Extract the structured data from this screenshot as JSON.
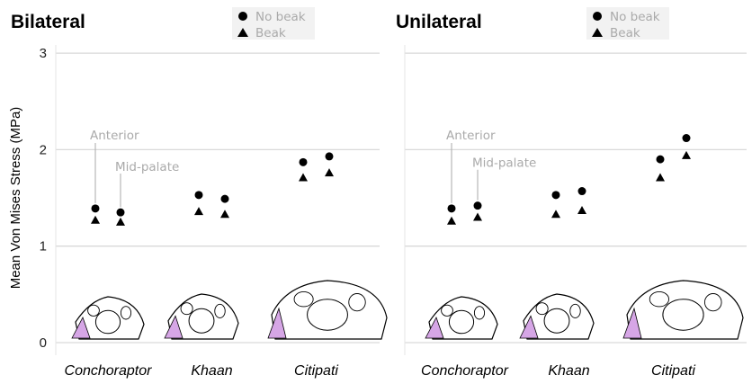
{
  "chart_data": [
    {
      "type": "scatter",
      "title": "Bilateral",
      "ylabel": "Mean Von Mises Stress (MPa)",
      "ylim": [
        0,
        3
      ],
      "yticks": [
        "0",
        "1",
        "2",
        "3"
      ],
      "categories": [
        "Conchoraptor",
        "Khaan",
        "Citipati"
      ],
      "positions": [
        "Anterior",
        "Mid-palate"
      ],
      "annotations": [
        "Anterior",
        "Mid-palate"
      ],
      "series": [
        {
          "name": "No beak",
          "marker": "circle",
          "values": [
            [
              1.39,
              1.35
            ],
            [
              1.53,
              1.49
            ],
            [
              1.87,
              1.93
            ]
          ]
        },
        {
          "name": "Beak",
          "marker": "triangle",
          "values": [
            [
              1.27,
              1.25
            ],
            [
              1.36,
              1.33
            ],
            [
              1.71,
              1.76
            ]
          ]
        }
      ],
      "legend": {
        "entries": [
          "No beak",
          "Beak"
        ],
        "placement": "top"
      },
      "grid": true
    },
    {
      "type": "scatter",
      "title": "Unilateral",
      "ylabel": "",
      "ylim": [
        0,
        3
      ],
      "yticks": [
        "0",
        "1",
        "2",
        "3"
      ],
      "categories": [
        "Conchoraptor",
        "Khaan",
        "Citipati"
      ],
      "positions": [
        "Anterior",
        "Mid-palate"
      ],
      "annotations": [
        "Anterior",
        "Mid-palate"
      ],
      "series": [
        {
          "name": "No beak",
          "marker": "circle",
          "values": [
            [
              1.39,
              1.42
            ],
            [
              1.53,
              1.57
            ],
            [
              1.9,
              2.12
            ]
          ]
        },
        {
          "name": "Beak",
          "marker": "triangle",
          "values": [
            [
              1.26,
              1.3
            ],
            [
              1.33,
              1.37
            ],
            [
              1.71,
              1.94
            ]
          ]
        }
      ],
      "legend": {
        "entries": [
          "No beak",
          "Beak"
        ],
        "placement": "top"
      },
      "grid": true
    }
  ],
  "colors": {
    "beak_region": "#d6a6e6",
    "grid": "#d9d9d9",
    "annotation": "#aaaaaa"
  }
}
